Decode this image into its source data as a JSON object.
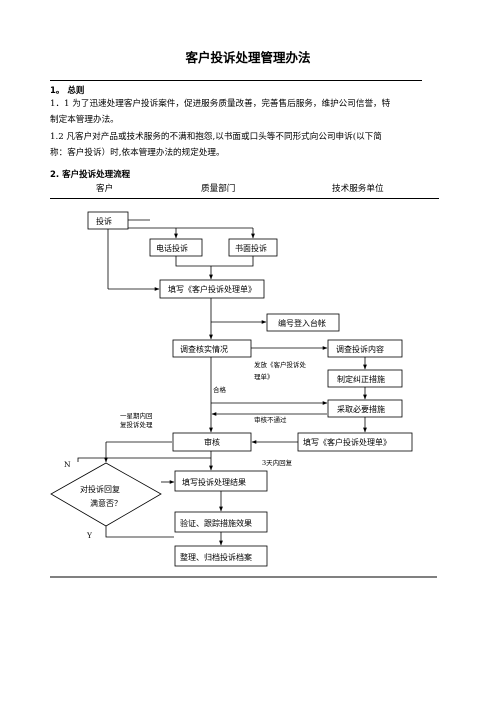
{
  "title": "客户投诉处理管理办法",
  "section1": {
    "heading": "1。 总则",
    "p1_1": "1．1 为了迅速处理客户投诉案件，促进服务质量改善，完善售后服务，维护公司信誉，特",
    "p1_2": "制定本管理办法。",
    "p2_1": "1.2 凡客户对产品或技术服务的不满和抱怨,以书面或口头等不同形式向公司申诉(以下简",
    "p2_2": "称：客户投诉）时,依本管理办法的规定处理。"
  },
  "section2": {
    "heading": "2. 客户投诉处理流程",
    "columns": [
      "客户",
      "质量部门",
      "技术服务单位"
    ]
  },
  "flow": {
    "complaint": "投诉",
    "phone": "电话投诉",
    "written": "书面投诉",
    "fill_form": "填写《客户投诉处理单》",
    "register": "编号登入台帐",
    "investigate_facts": "调查核实情况",
    "investigate_content": "调查投诉内容",
    "send_form_1": "发放《客户投诉处",
    "send_form_2": "理单》",
    "corrective": "制定纠正措施",
    "pass": "合格",
    "necessary_measures": "采取必要措施",
    "reply_note_1": "一星期内回",
    "reply_note_2": "复投诉处理",
    "review_fail": "审核不通过",
    "review": "审核",
    "fill_form_2": "填写《客户投诉处理单》",
    "three_days": "3天内回复",
    "n_label": "N",
    "y_label": "Y",
    "decision_1": "对投诉回复",
    "decision_2": "满意否？",
    "fill_result": "填写投诉处理结果",
    "verify": "验证、跟踪措施效果",
    "archive": "整理、归档投诉档案"
  }
}
